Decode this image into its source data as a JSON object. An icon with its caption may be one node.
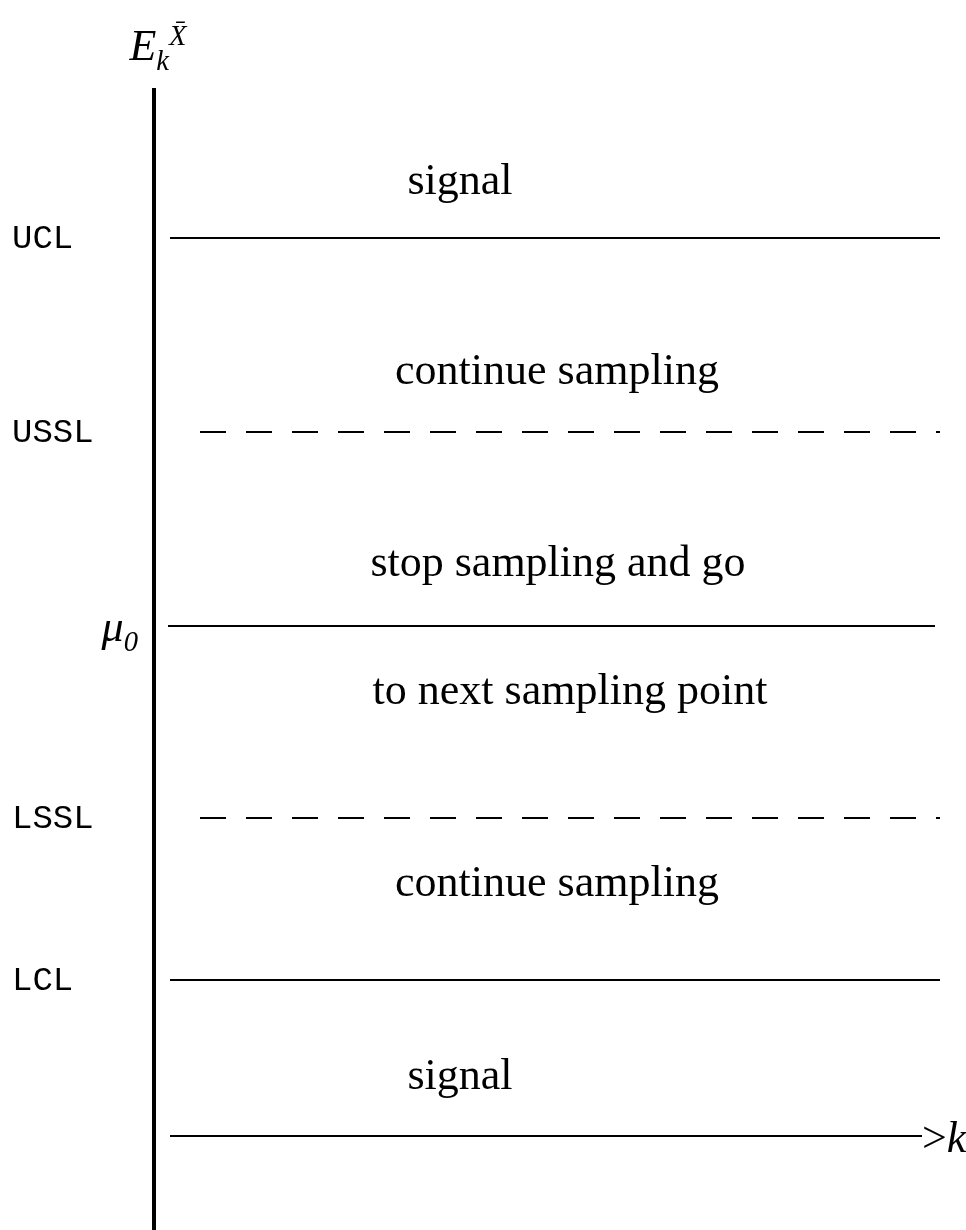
{
  "diagram": {
    "labels": [
      "E$_{k}$$^{X̄}$",
      "signal",
      "UCL",
      "continue sampling",
      "USSL",
      "stop sampling and go",
      "μ$_{0}$",
      "to next sampling point",
      "LSSL",
      "continue sampling",
      "LCL",
      "signal",
      ">*k*"
    ]
  }
}
